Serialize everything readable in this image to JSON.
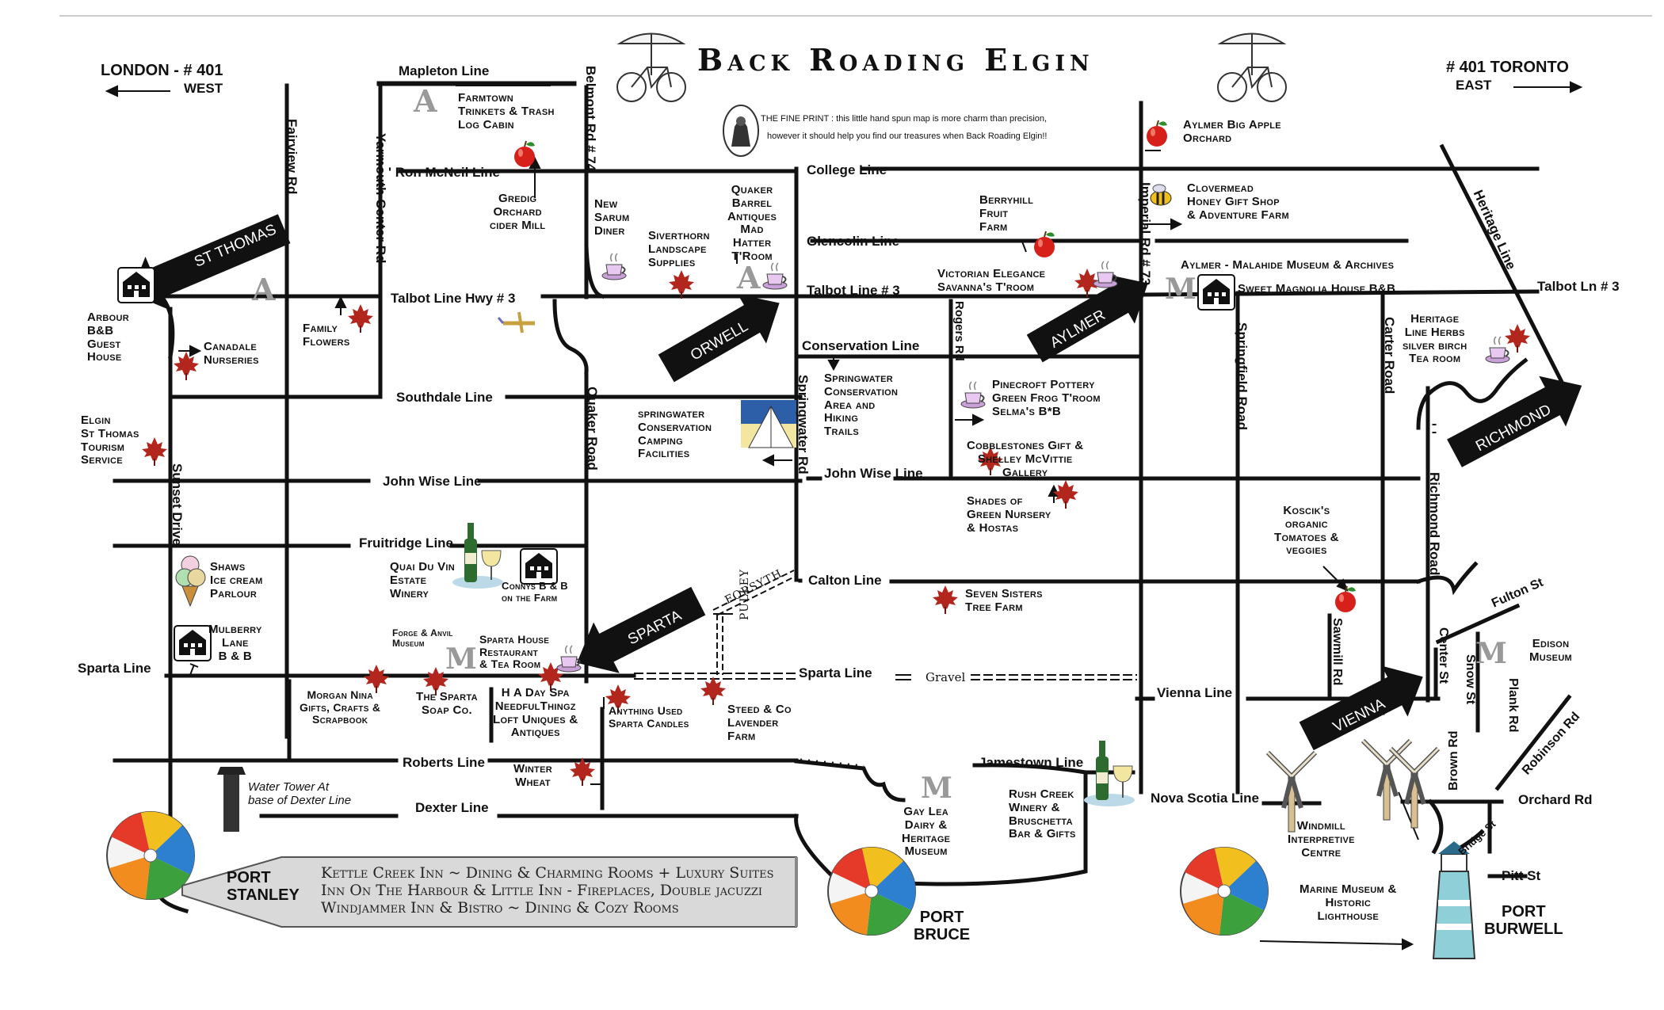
{
  "title": "Back Roading Elgin",
  "directions": {
    "west_line1": "LONDON - # 401",
    "west_line2": "WEST",
    "east_line1": "# 401   TORONTO",
    "east_line2": "EAST"
  },
  "fine_print": {
    "line1": "THE FINE PRINT : this little hand spun map is more charm than precision,",
    "line2": "however it should help you find our treasures when Back Roading Elgin!!"
  },
  "roads": {
    "mapleton": "Mapleton Line",
    "belmont": "Belmont Rd # 74",
    "fairview": "Fairview Rd",
    "yarmouth": "Yarmouth Center Rd",
    "ron_mcneil": "' Ron McNeil Line",
    "college": "College Line",
    "imperial": "Imperial Rd # 73",
    "heritage": "Heritage Line",
    "glencolin": "Glencolin Line",
    "talbot_w": "Talbot Line  Hwy # 3",
    "talbot_c": "Talbot Line # 3",
    "talbot_e": "Talbot Ln # 3",
    "conservation": "Conservation Line",
    "rogers": "Rogers Rd",
    "springfield": "Springfield Road",
    "carter": "Carter Road",
    "southdale": "Southdale Line",
    "quaker": "Quaker Road",
    "springwater": "Springwater Rd",
    "john_wise_w": "John Wise Line",
    "john_wise_e": "John Wise Line",
    "sunset": "Sunset Drive",
    "fruitridge": "Fruitridge Line",
    "richmond": "Richmond Road",
    "forsyth": "FORSYTH",
    "calton": "Calton Line",
    "pulley": "PULLEY",
    "fulton": "Fulton St",
    "sparta_w": "Sparta Line",
    "sparta_c": "Sparta Line",
    "gravel": "Gravel",
    "center_st": "Center St",
    "snow_st": "Snow St",
    "plank_rd": "Plank Rd",
    "sawmill": "Sawmill Rd",
    "vienna": "Vienna Line",
    "robinson": "Robinson Rd",
    "brown": "Brown Rd",
    "roberts": "Roberts Line",
    "jamestown": "Jamestown Line",
    "dexter": "Dexter Line",
    "nova_scotia": "Nova Scotia Line",
    "orchard": "Orchard Rd",
    "bridge_st": "Bridge St",
    "pitt_st": "Pitt St"
  },
  "arrows": {
    "st_thomas": "ST THOMAS",
    "orwell": "ORWELL",
    "aylmer": "AYLMER",
    "richmond": "RICHMOND",
    "sparta": "SPARTA",
    "vienna": "VIENNA"
  },
  "places": {
    "farmtown": "Farmtown\nTrinkets & Trash\nLog Cabin",
    "gredig": "Gredig\nOrchard\ncider Mill",
    "new_sarum": "New\nSarum\nDiner",
    "siverthorn": "Siverthorn\nLandscape\nSupplies",
    "quaker_barrel": "Quaker\nBarrel\nAntiques\nMad\nHatter\nT'Room",
    "aylmer_apple": "Aylmer Big Apple\nOrchard",
    "clovermead": "Clovermead\nHoney Gift Shop\n& Adventure Farm",
    "berryhill": "Berryhill\nFruit\nFarm",
    "victorian": "Victorian Elegance\nSavanna's T'room",
    "aylmer_museum": "Aylmer - Malahide Museum & Archives",
    "sweet_magnolia": "Sweet Magnolia House B&B",
    "heritage_herbs": "Heritage\nLine Herbs\nsilver birch\nTea room",
    "arbour": "Arbour\nB&B\nGuest\nHouse",
    "canadale": "Canadale\nNurseries",
    "family_flowers": "Family\nFlowers",
    "springwater_area": "Springwater\nConservation\nArea and\nHiking\nTrails",
    "springwater_camp": "springwater\nConservation\nCamping\nFacilities",
    "pinecroft": "Pinecroft Pottery\nGreen Frog T'room\nSelma's B*B",
    "cobblestones": "Cobblestones Gift &\nShelley McVittie\nGallery",
    "elgin_tourism": "Elgin\nSt Thomas\nTourism\nService",
    "shades_green": "Shades of\nGreen Nursery\n& Hostas",
    "koscik": "Koscik's\norganic\nTomatoes &\nveggies",
    "shaws": "Shaws\nIce cream\nParlour",
    "quai_du_vin": "Quai Du Vin\nEstate\nWinery",
    "connys": "Connys B & B\non the Farm",
    "seven_sisters": "Seven Sisters\nTree Farm",
    "mulberry": "Mulberry\nLane\nB & B",
    "forge_anvil": "Forge & Anvil\nMuseum",
    "sparta_house": "Sparta House\nRestaurant\n& Tea Room",
    "edison": "Edison\nMuseum",
    "morgan_nina": "Morgan Nina\nGifts, Crafts &\nScrapbook",
    "sparta_soap": "The Sparta\nSoap Co.",
    "h_a_day_spa": "H A Day Spa\nNeedfulThingz\nLoft Uniques &\nAntiques",
    "anything_used": "Anything Used\nSparta Candles",
    "steed_co": "Steed & Co\nLavender\nFarm",
    "winter_wheat": "Winter\nWheat",
    "water_tower": "Water Tower At\nbase of  Dexter Line",
    "gay_lea": "Gay Lea\nDairy &\nHeritage\nMuseum",
    "rush_creek": "Rush Creek\nWinery &\nBruschetta\nBar & Gifts",
    "windmill": "Windmill\nInterpretive\nCentre",
    "marine_museum": "Marine Museum &\nHistoric\nLighthouse"
  },
  "towns": {
    "port_stanley_1": "PORT",
    "port_stanley_2": "STANLEY",
    "port_bruce": "PORT\nBRUCE",
    "port_burwell": "PORT\nBURWELL"
  },
  "banner": {
    "line1": "Kettle Creek Inn ~ Dining & Charming Rooms + Luxury Suites",
    "line2": "Inn On The Harbour & Little Inn - Fireplaces, Double jacuzzi",
    "line3": "Windjammer Inn &  Bistro ~ Dining &  Cozy Rooms"
  },
  "badges": {
    "a": "A",
    "m": "M"
  },
  "colors": {
    "road": "#111111",
    "maple": "#b3261e",
    "apple": "#d8201a",
    "arrow": "#111111",
    "banner_bg": "#d9d9d9",
    "water": "#bcd9e8"
  }
}
